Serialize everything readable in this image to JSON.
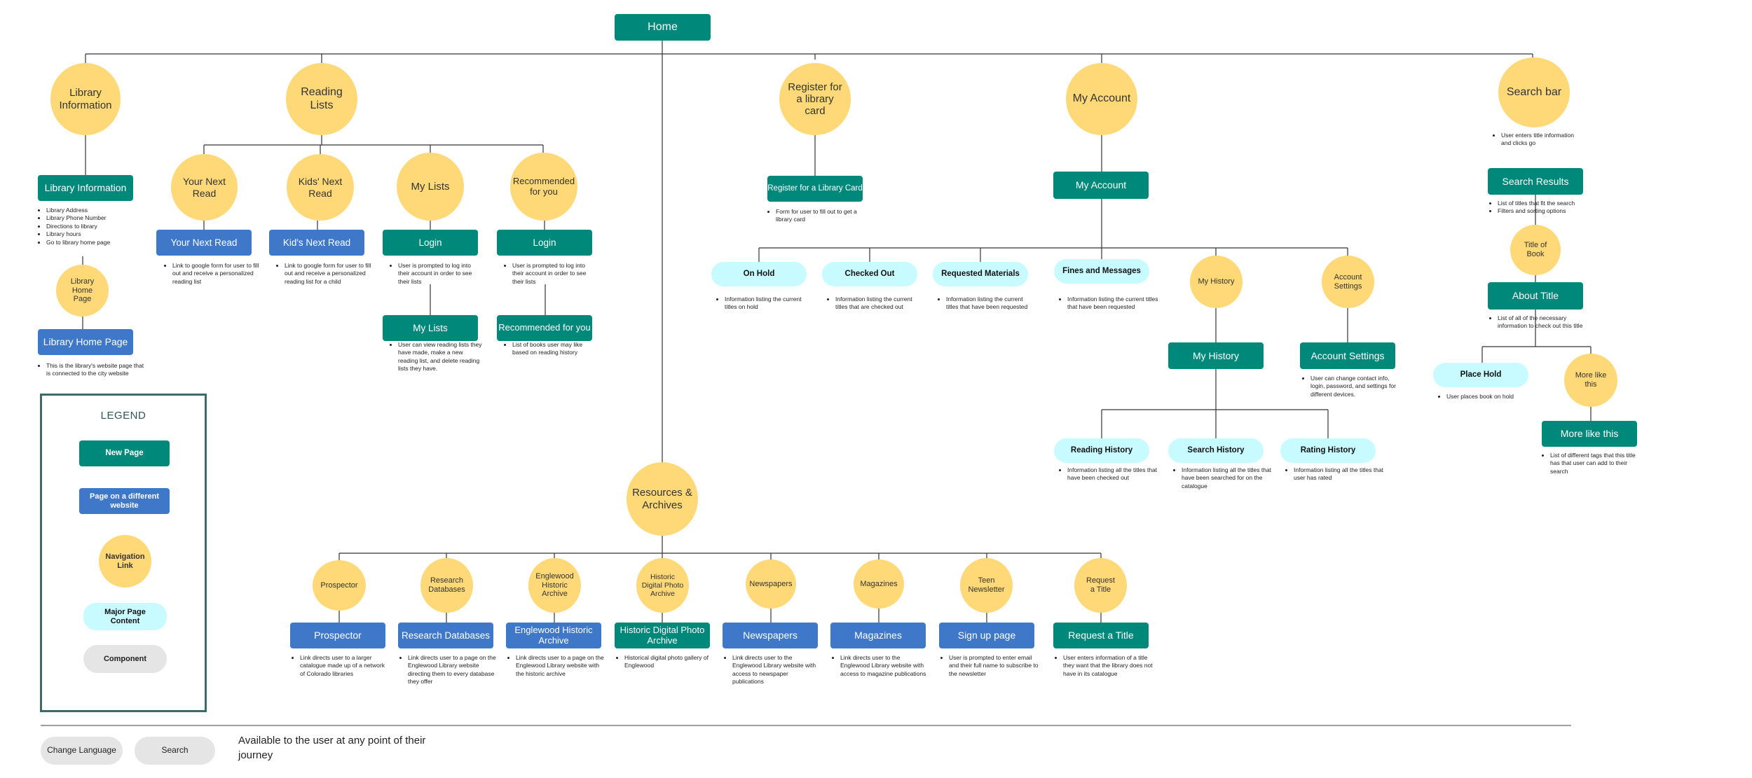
{
  "colors": {
    "new_page": "#00897b",
    "external_page": "#3f78c9",
    "nav_link": "#ffd977",
    "major_content": "#c8fbff",
    "component": "#e5e5e5",
    "lines": "#333333",
    "legend_border": "#3e6b68"
  },
  "home": {
    "label": "Home"
  },
  "library_info": {
    "nav": "Library Information",
    "page": "Library Information",
    "notes": [
      "Library Address",
      "Library Phone Number",
      "Directions to library",
      "Library hours",
      "Go to library home page"
    ],
    "home_nav": "Library Home Page",
    "home_page": "Library Home Page",
    "home_note": [
      "This is the library's website page that is connected to the city website"
    ]
  },
  "reading_lists": {
    "nav": "Reading Lists",
    "your_next_read": {
      "nav": "Your Next Read",
      "page": "Your Next Read",
      "note": [
        "Link to google form for user to fill out and receive a personalized reading list"
      ]
    },
    "kids_next_read": {
      "nav": "Kids' Next Read",
      "page": "Kid's Next Read",
      "note": [
        "Link to google form for user to fill out and receive a personalized reading list for a child"
      ]
    },
    "my_lists": {
      "nav": "My Lists",
      "login": "Login",
      "login_note": [
        "User is prompted to log into their account in order to see their lists"
      ],
      "page": "My Lists",
      "page_note": [
        "User can view reading lists they have made, make a new reading list, and delete reading lists they have."
      ]
    },
    "recommended": {
      "nav": "Recommended for you",
      "login": "Login",
      "login_note": [
        "User is prompted to log into their account in order to see their lists"
      ],
      "page": "Recommended for you",
      "page_note": [
        "List of books user may like based on reading history"
      ]
    }
  },
  "register": {
    "nav": "Register for a library card",
    "page": "Register for a Library Card",
    "note": [
      "Form for user to fill out to get a library card"
    ]
  },
  "my_account": {
    "nav": "My Account",
    "page": "My Account",
    "on_hold": {
      "label": "On Hold",
      "note": [
        "Information listing the current titles on hold"
      ]
    },
    "checked_out": {
      "label": "Checked Out",
      "note": [
        "Information listing the current titles that are checked out"
      ]
    },
    "requested": {
      "label": "Requested Materials",
      "note": [
        "Information listing the current titles that have been requested"
      ]
    },
    "fines": {
      "label": "Fines and Messages",
      "note": [
        "Information listing the current titles that have been requested"
      ]
    },
    "my_history": {
      "nav": "My History",
      "page": "My History"
    },
    "account_settings": {
      "nav": "Account Settings",
      "page": "Account Settings",
      "note": [
        "User can change contact info, login, password, and settings for different devices."
      ]
    },
    "reading_history": {
      "label": "Reading History",
      "note": [
        "Information listing all the titles that have been checked out"
      ]
    },
    "search_history": {
      "label": "Search History",
      "note": [
        "Information listing all the titles that have been searched for on the catalogue"
      ]
    },
    "rating_history": {
      "label": "Rating History",
      "note": [
        "Information listing all the titles that user has rated"
      ]
    }
  },
  "search_bar": {
    "nav": "Search bar",
    "note": [
      "User enters title information and clicks go"
    ],
    "results": "Search Results",
    "results_note": [
      "List of titles that fit the search",
      "Filters and sorting options"
    ],
    "title_nav": "Title of Book",
    "about": "About Title",
    "about_note": [
      "List of all of the necessary information to check out this title"
    ],
    "place_hold": "Place Hold",
    "place_hold_note": [
      "User places book on hold"
    ],
    "more_nav": "More like this",
    "more_page": "More like this",
    "more_note": [
      "List of different tags that this title has that user can add to their search"
    ]
  },
  "resources": {
    "nav": "Resources & Archives",
    "items": [
      {
        "nav": "Prospector",
        "page": "Prospector",
        "note": [
          "Link directs user to a larger catalogue made up of a network of Colorado libraries"
        ]
      },
      {
        "nav": "Research Databases",
        "page": "Research Databases",
        "note": [
          "Link directs user to a page on the Englewood Library website directing them to every database they offer"
        ]
      },
      {
        "nav": "Englewood Historic Archive",
        "page": "Englewood Historic Archive",
        "note": [
          "Link directs user to a page on the Englewood Library website with the historic archive"
        ]
      },
      {
        "nav": "Historic Digital Photo Archive",
        "page": "Historic Digital Photo Archive",
        "note": [
          "Historical digital photo gallery of Englewood"
        ]
      },
      {
        "nav": "Newspapers",
        "page": "Newspapers",
        "note": [
          "Link directs user to the Englewood Library website with access to newspaper publications"
        ]
      },
      {
        "nav": "Magazines",
        "page": "Magazines",
        "note": [
          "Link directs user to the Englewood Library website with access to magazine publications"
        ]
      },
      {
        "nav": "Teen Newsletter",
        "page": "Sign up page",
        "note": [
          "User is prompted to enter email and their full name to subscribe to the newsletter"
        ]
      },
      {
        "nav": "Request a Title",
        "page": "Request a Title",
        "note": [
          "User enters information of a title they want that the library does not have in its catalogue"
        ]
      }
    ]
  },
  "legend": {
    "title": "LEGEND",
    "new_page": "New Page",
    "external": "Page on a different website",
    "nav_link": "Navigation Link",
    "major": "Major Page Content",
    "component": "Component"
  },
  "footer": {
    "change_language": "Change Language",
    "search": "Search",
    "available": "Available to the user at any point of their journey"
  }
}
